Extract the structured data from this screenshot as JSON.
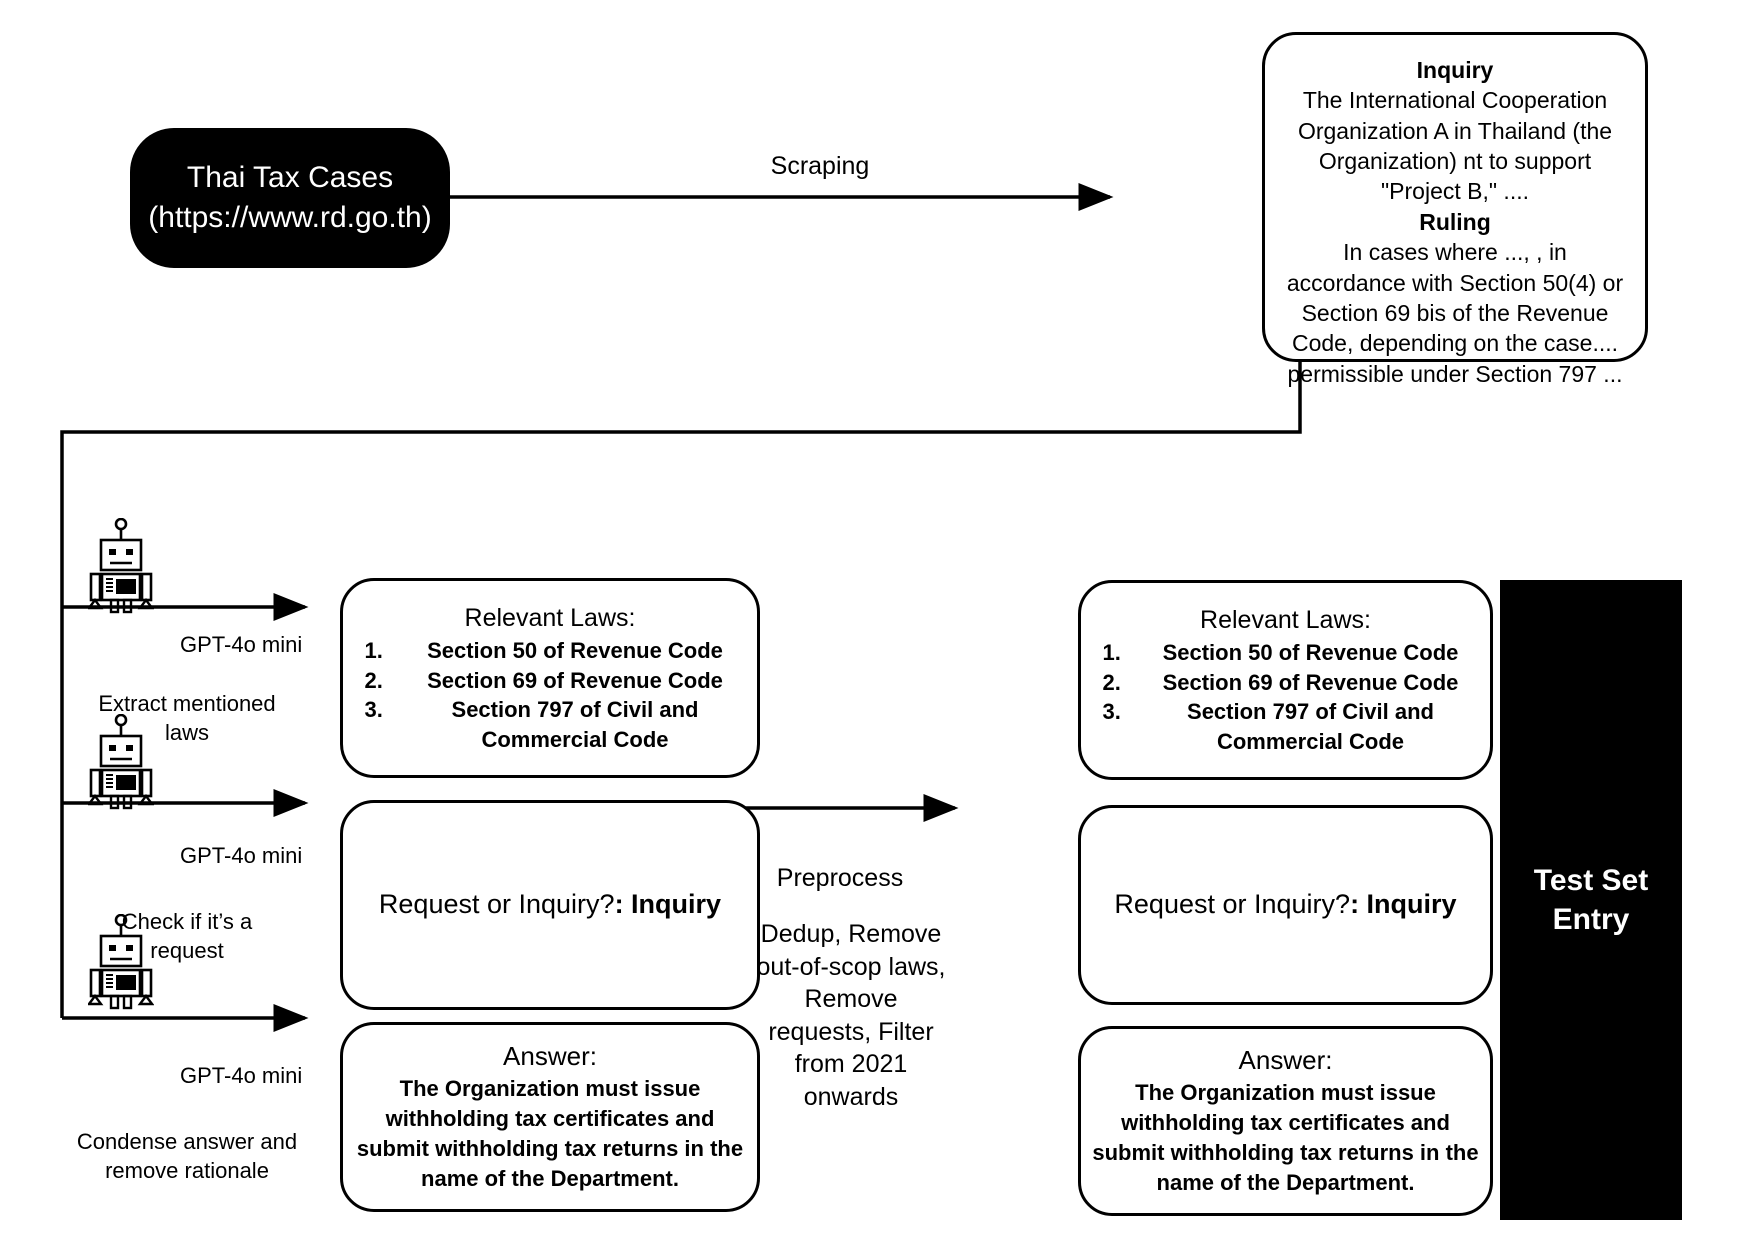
{
  "diagram": {
    "title_hidden": "",
    "source": {
      "line1": "Thai Tax Cases",
      "line2": "(https://www.rd.go.th)"
    },
    "edges": {
      "scraping": "Scraping",
      "preprocess_label": "Preprocess",
      "preprocess_detail": "Dedup, Remove out-of-scop laws, Remove requests, Filter from 2021 onwards",
      "extract_laws": "Extract mentioned laws",
      "check_request": "Check if it’s a request",
      "condense_answer": "Condense answer and remove rationale"
    },
    "case_card": {
      "inquiry_heading": "Inquiry",
      "inquiry_text": "The International Cooperation Organization A in Thailand (the Organization) nt to support \"Project B,\" ....",
      "ruling_heading": "Ruling",
      "ruling_text": "In cases where ..., , in accordance with Section 50(4) or Section 69 bis of the Revenue Code, depending on the case.... permissible under Section 797 ..."
    },
    "model_name": "GPT-4o mini",
    "laws_card": {
      "title": "Relevant Laws:",
      "items": [
        "Section 50 of Revenue Code",
        "Section 69 of Revenue Code",
        "Section 797 of Civil and Commercial Code"
      ]
    },
    "question_card": {
      "prefix": "Request or Inquiry?",
      "answer": ": Inquiry"
    },
    "answer_card": {
      "title": "Answer:",
      "body": "The Organization must issue withholding tax certificates and submit withholding tax returns in the name of the Department",
      "period": "."
    },
    "test_set": {
      "line1": "Test Set",
      "line2": "Entry"
    },
    "icons": {
      "robot": "robot-icon",
      "arrow": "arrow-icon"
    },
    "colors": {
      "stroke": "#000000",
      "fill": "#ffffff",
      "inverse_text": "#ffffff"
    }
  }
}
